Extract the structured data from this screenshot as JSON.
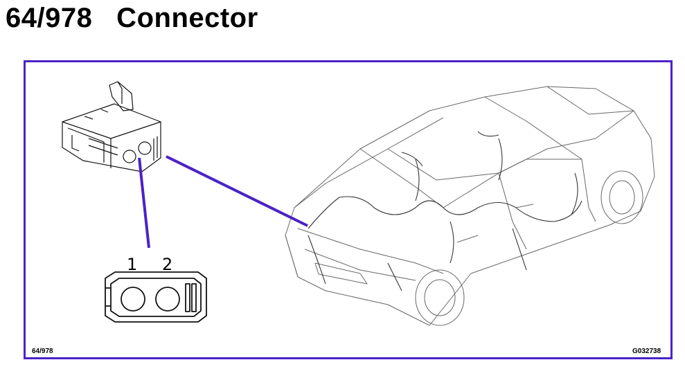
{
  "title": "64/978   Connector",
  "figure": {
    "ref_left": "64/978",
    "ref_right": "G032738"
  },
  "pins": [
    "1",
    "2"
  ],
  "colors": {
    "frame": "#4a22c8",
    "leader_lines": "#4a22c8",
    "line_art": "#555555"
  }
}
